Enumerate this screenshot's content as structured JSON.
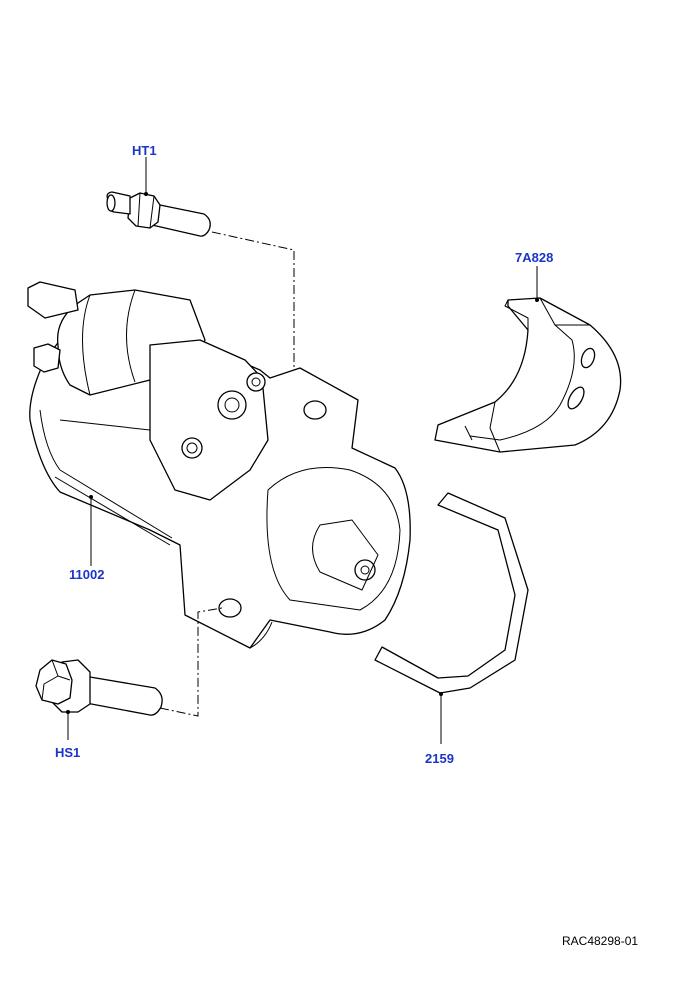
{
  "diagram": {
    "callouts": {
      "ht1": "HT1",
      "part_7a828": "7A828",
      "part_11002": "11002",
      "part_2159": "2159",
      "hs1": "HS1"
    },
    "reference_code": "RAC48298-01",
    "colors": {
      "callout_text": "#1a35c8",
      "line": "#000000",
      "background": "#ffffff"
    }
  }
}
